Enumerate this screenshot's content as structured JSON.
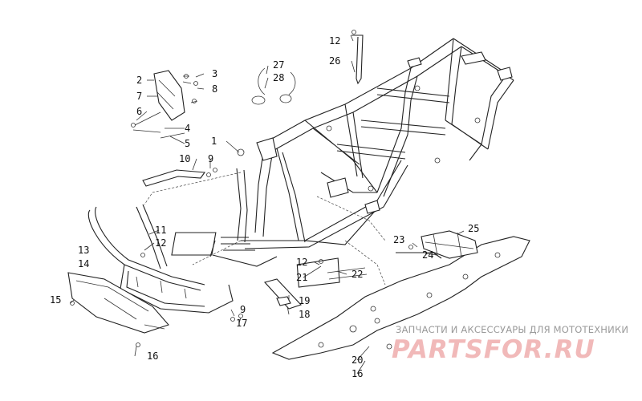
{
  "callouts": [
    {
      "id": "c1",
      "label": "1"
    },
    {
      "id": "c2",
      "label": "2"
    },
    {
      "id": "c3",
      "label": "3"
    },
    {
      "id": "c4",
      "label": "4"
    },
    {
      "id": "c5",
      "label": "5"
    },
    {
      "id": "c6",
      "label": "6"
    },
    {
      "id": "c7",
      "label": "7"
    },
    {
      "id": "c8",
      "label": "8"
    },
    {
      "id": "c9a",
      "label": "9"
    },
    {
      "id": "c9b",
      "label": "9"
    },
    {
      "id": "c10",
      "label": "10"
    },
    {
      "id": "c11",
      "label": "11"
    },
    {
      "id": "c12a",
      "label": "12"
    },
    {
      "id": "c12b",
      "label": "12"
    },
    {
      "id": "c12c",
      "label": "12"
    },
    {
      "id": "c13",
      "label": "13"
    },
    {
      "id": "c14",
      "label": "14"
    },
    {
      "id": "c15",
      "label": "15"
    },
    {
      "id": "c16a",
      "label": "16"
    },
    {
      "id": "c16b",
      "label": "16"
    },
    {
      "id": "c17",
      "label": "17"
    },
    {
      "id": "c18",
      "label": "18"
    },
    {
      "id": "c19",
      "label": "19"
    },
    {
      "id": "c20",
      "label": "20"
    },
    {
      "id": "c21",
      "label": "21"
    },
    {
      "id": "c22",
      "label": "22"
    },
    {
      "id": "c23",
      "label": "23"
    },
    {
      "id": "c24",
      "label": "24"
    },
    {
      "id": "c25",
      "label": "25"
    },
    {
      "id": "c26",
      "label": "26"
    },
    {
      "id": "c27",
      "label": "27"
    },
    {
      "id": "c28",
      "label": "28"
    }
  ],
  "watermark": {
    "tagline": "ЗАПЧАСТИ И АКСЕССУАРЫ ДЛЯ МОТОТЕХНИКИ",
    "logo": "PARTSFOR.RU"
  },
  "colors": {
    "line": "#222222",
    "watermark_logo": "#f1b9b9",
    "watermark_text": "#9a9a9a"
  }
}
